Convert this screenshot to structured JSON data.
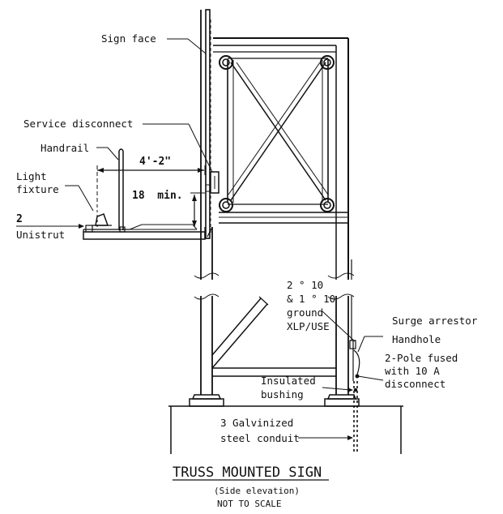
{
  "labels": {
    "sign_face": "Sign face",
    "service_disconnect": "Service disconnect",
    "handrail": "Handrail",
    "light_fixture_1": "Light",
    "light_fixture_2": "fixture",
    "unistrut_qty": "2",
    "unistrut": "Unistrut",
    "dim_walkway": "4'-2\"",
    "dim_height": "18  min.",
    "wire_1": "2 ° 10",
    "wire_2": "& 1 ° 10",
    "wire_3": "ground",
    "wire_4": "XLP/USE",
    "surge_arrestor": "Surge arrestor",
    "handhole": "Handhole",
    "fused_1": "2-Pole fused",
    "fused_2": "with 10 A",
    "fused_3": "disconnect",
    "insulated_1": "Insulated",
    "insulated_2": "bushing",
    "conduit_1": "3 Galvinized",
    "conduit_2": "steel conduit"
  },
  "title": {
    "main": "TRUSS MOUNTED SIGN",
    "sub1": "(Side elevation)",
    "sub2": "NOT TO SCALE"
  },
  "colors": {
    "ink": "#111111",
    "background": "#ffffff"
  }
}
